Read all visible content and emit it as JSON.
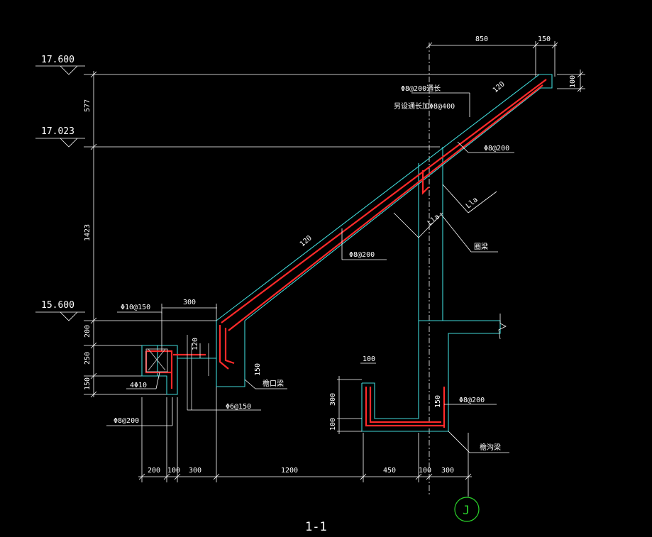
{
  "title": "1-1",
  "axis_marker": "J",
  "elevations": [
    "17.600",
    "17.023",
    "15.600"
  ],
  "vertical_dims_left": [
    "577",
    "1423",
    "200",
    "250",
    "150"
  ],
  "vertical_dims_right": [
    "100"
  ],
  "vertical_dims_gutter": [
    "300",
    "100"
  ],
  "top_dims": [
    "850",
    "150"
  ],
  "bottom_dims": [
    "200",
    "100",
    "300",
    "1200",
    "450",
    "100",
    "300"
  ],
  "small_dims": [
    "300",
    "120",
    "100",
    "150",
    "150",
    "120",
    "120"
  ],
  "annotations": {
    "rebar_top": "Φ8@200通长",
    "rebar_top_extra": "另设通长加Φ8@400",
    "rebar_right": "Φ8@200",
    "rebar_slab": "Φ8@200",
    "ring_beam": "圈梁",
    "rebar_eave_top": "Φ10@150",
    "rebar_eave_bars": "4Φ10",
    "rebar_eave_stirrup": "Φ8@200",
    "rebar_small": "Φ6@150",
    "eave_beam": "檐口梁",
    "rebar_gutter": "Φ8@200",
    "gutter_beam": "檐沟梁"
  },
  "laps": [
    "Lla",
    "Lla"
  ],
  "colors": {
    "background": "#000000",
    "concrete_outline": "#3fd6d6",
    "rebar": "#ff2a2a",
    "dimension": "#ffffff",
    "axis_circle": "#2bd42b"
  }
}
